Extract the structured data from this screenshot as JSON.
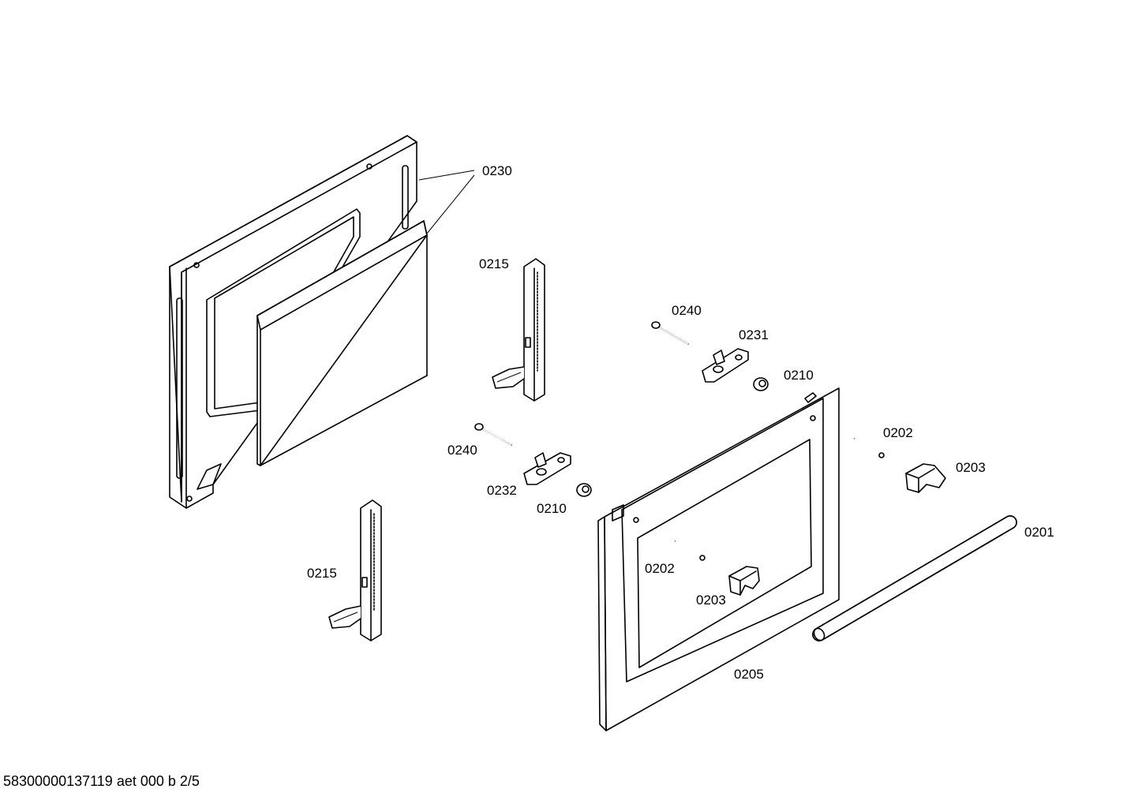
{
  "diagram": {
    "labels": {
      "p0230": "0230",
      "p0215_top": "0215",
      "p0215_bottom": "0215",
      "p0240_top": "0240",
      "p0240_bottom": "0240",
      "p0231": "0231",
      "p0232": "0232",
      "p0210_top": "0210",
      "p0210_bottom": "0210",
      "p0202_top": "0202",
      "p0202_bottom": "0202",
      "p0203_top": "0203",
      "p0203_bottom": "0203",
      "p0201": "0201",
      "p0205": "0205"
    }
  },
  "footer": {
    "document_id": "58300000137119 aet 000 b 2/5"
  }
}
